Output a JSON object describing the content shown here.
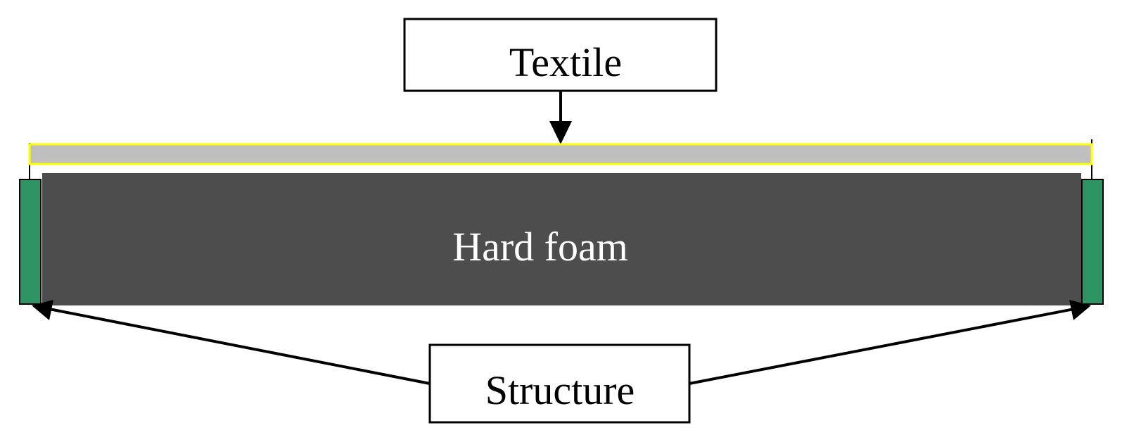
{
  "labels": {
    "textile": "Textile",
    "hard_foam": "Hard foam",
    "structure": "Structure"
  },
  "colors": {
    "textile_fill": "#bfbfbf",
    "textile_border": "#ffff00",
    "foam_fill": "#4d4d4d",
    "structure_fill": "#2e9463",
    "line": "#000000",
    "foam_text": "#ffffff",
    "box_text": "#000000"
  }
}
